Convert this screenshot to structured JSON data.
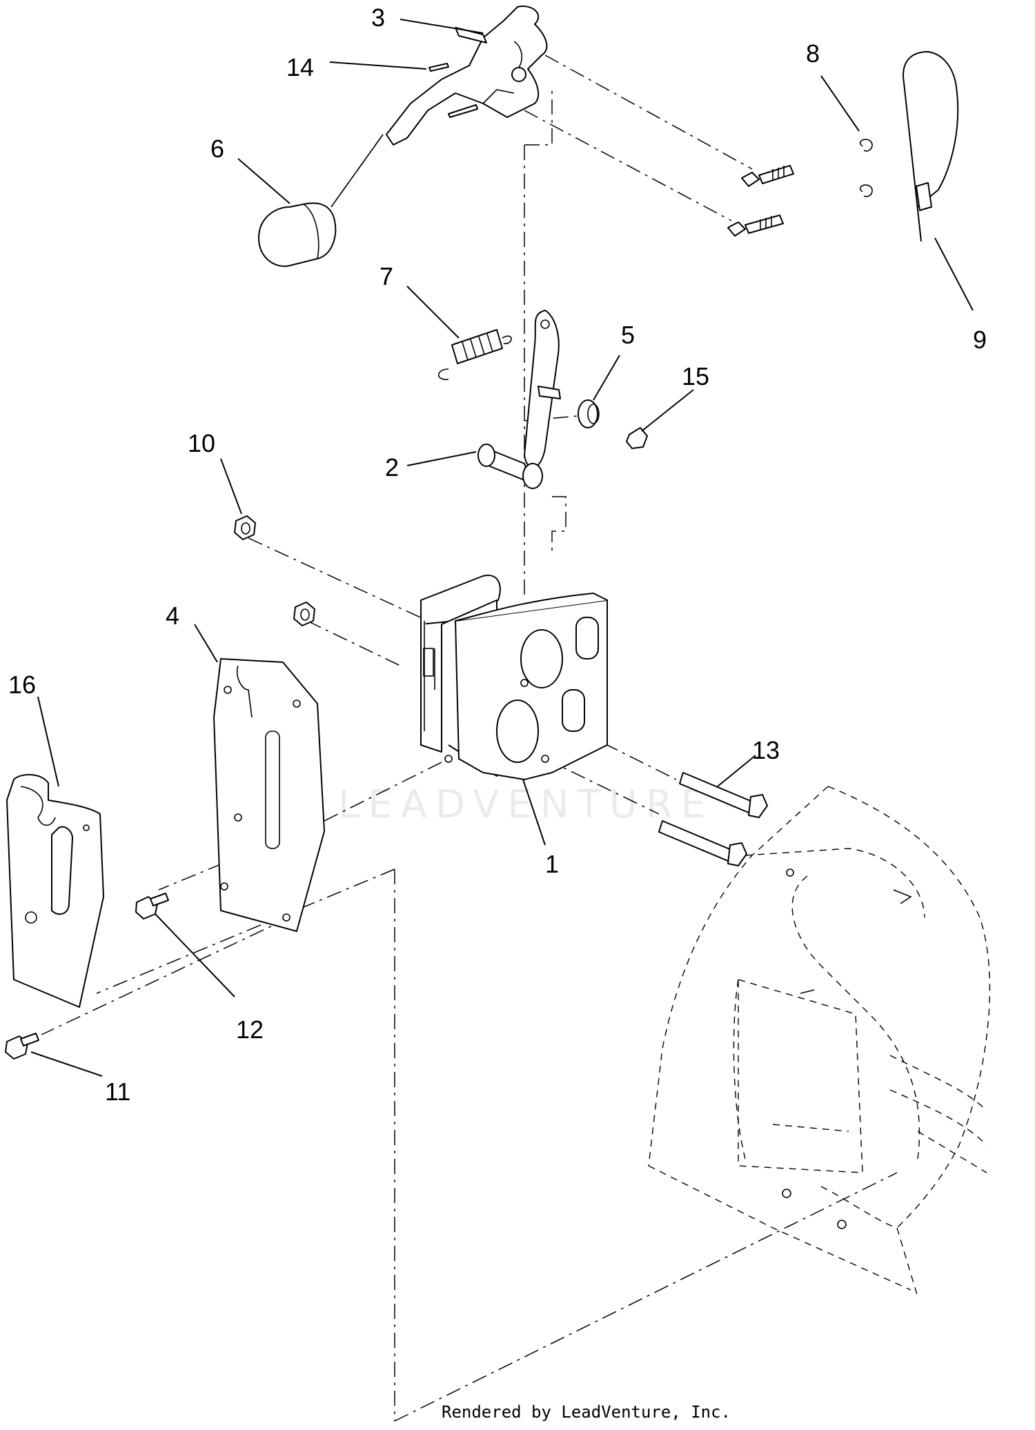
{
  "callouts": [
    {
      "id": "1",
      "label": "1"
    },
    {
      "id": "2",
      "label": "2"
    },
    {
      "id": "3",
      "label": "3"
    },
    {
      "id": "4",
      "label": "4"
    },
    {
      "id": "5",
      "label": "5"
    },
    {
      "id": "6",
      "label": "6"
    },
    {
      "id": "7",
      "label": "7"
    },
    {
      "id": "8",
      "label": "8"
    },
    {
      "id": "9",
      "label": "9"
    },
    {
      "id": "10",
      "label": "10"
    },
    {
      "id": "11",
      "label": "11"
    },
    {
      "id": "12",
      "label": "12"
    },
    {
      "id": "13",
      "label": "13"
    },
    {
      "id": "14",
      "label": "14"
    },
    {
      "id": "15",
      "label": "15"
    },
    {
      "id": "16",
      "label": "16"
    }
  ],
  "watermark": "LEADVENTURE",
  "footer": "Rendered by LeadVenture, Inc."
}
